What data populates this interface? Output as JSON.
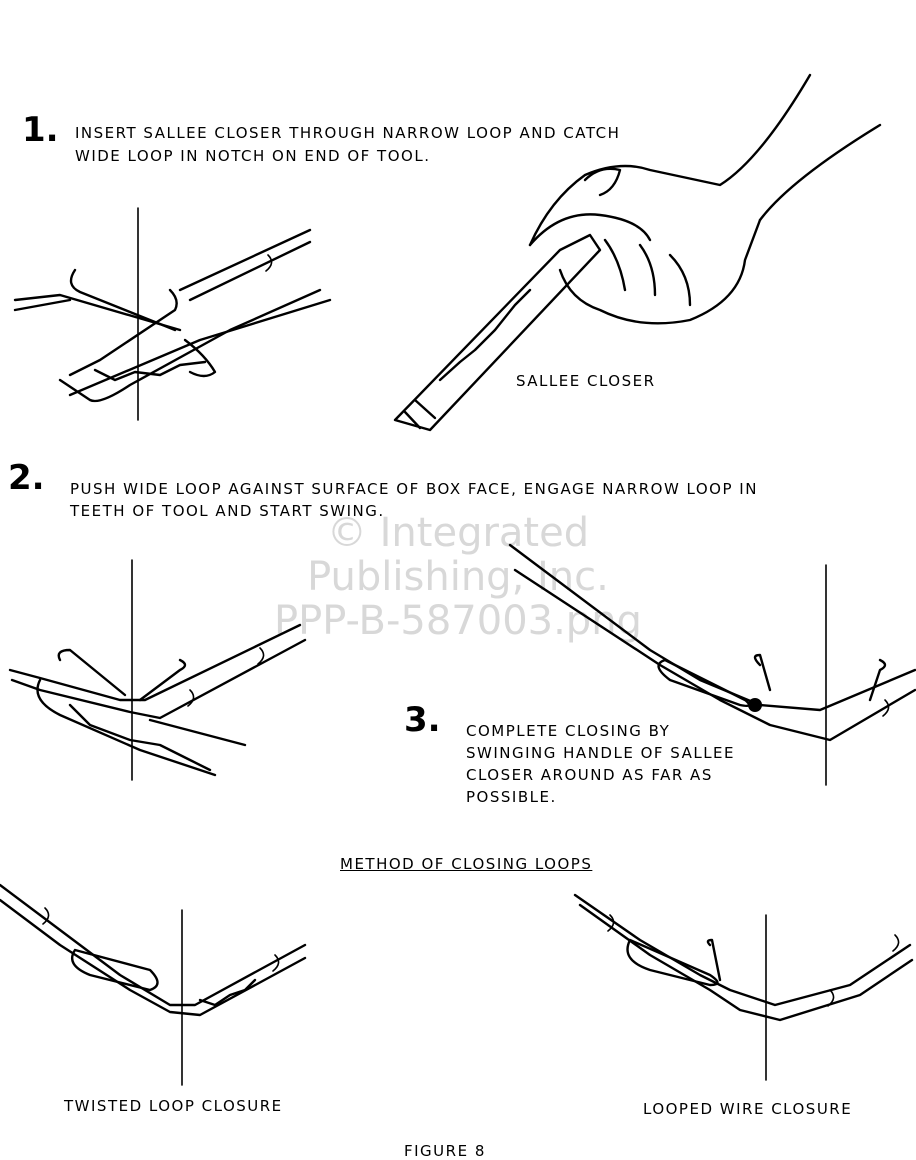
{
  "steps": [
    {
      "number": "1.",
      "text_line1": "INSERT SALLEE CLOSER THROUGH NARROW LOOP AND CATCH",
      "text_line2": "WIDE LOOP IN NOTCH ON END OF TOOL."
    },
    {
      "number": "2.",
      "text_line1": "PUSH WIDE LOOP AGAINST SURFACE OF BOX FACE, ENGAGE NARROW LOOP IN",
      "text_line2": "TEETH OF TOOL AND START SWING."
    },
    {
      "number": "3.",
      "text_line1": "COMPLETE CLOSING BY",
      "text_line2": "SWINGING HANDLE OF SALLEE",
      "text_line3": "CLOSER AROUND AS FAR AS",
      "text_line4": "POSSIBLE."
    }
  ],
  "labels": {
    "sallee_closer": "SALLEE CLOSER",
    "method_heading": "METHOD OF CLOSING LOOPS",
    "twisted_loop": "TWISTED LOOP CLOSURE",
    "looped_wire": "LOOPED WIRE CLOSURE",
    "figure": "FIGURE 8"
  },
  "watermark": {
    "line1": "© Integrated",
    "line2": "Publishing, Inc.",
    "line3": "PPP-B-587003.png"
  }
}
